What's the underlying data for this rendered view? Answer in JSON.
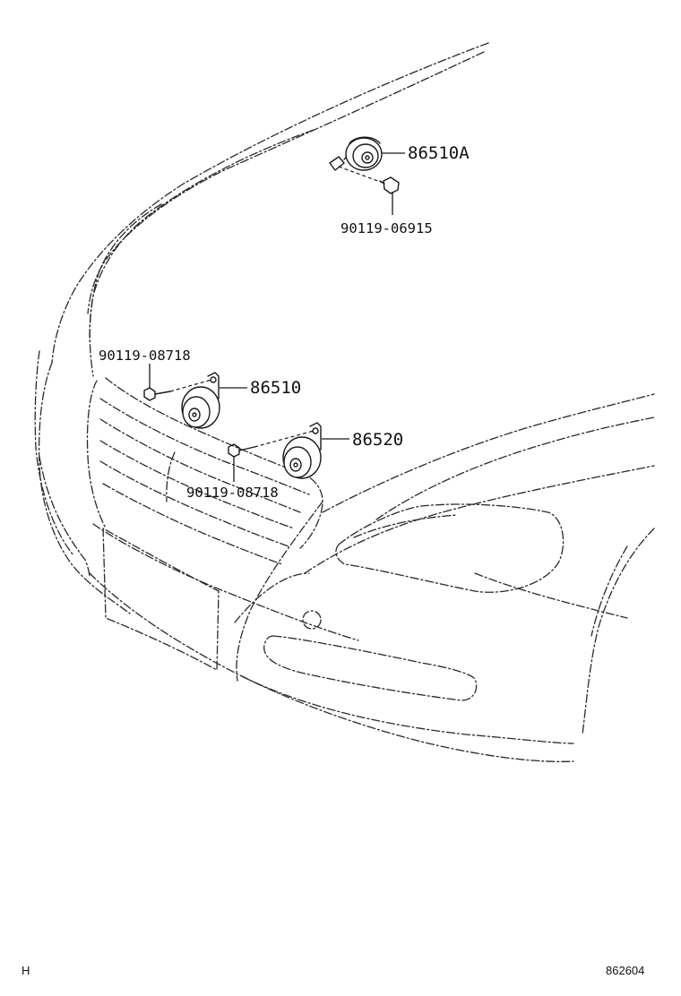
{
  "labels": {
    "horn_high_rear": "86510A",
    "bolt_rear": "90119-06915",
    "bolt_left": "90119-08718",
    "horn_left": "86510",
    "horn_right": "86520",
    "bolt_right": "90119-08718"
  },
  "footer": {
    "left_mark": "H",
    "diagram_number": "862604"
  }
}
